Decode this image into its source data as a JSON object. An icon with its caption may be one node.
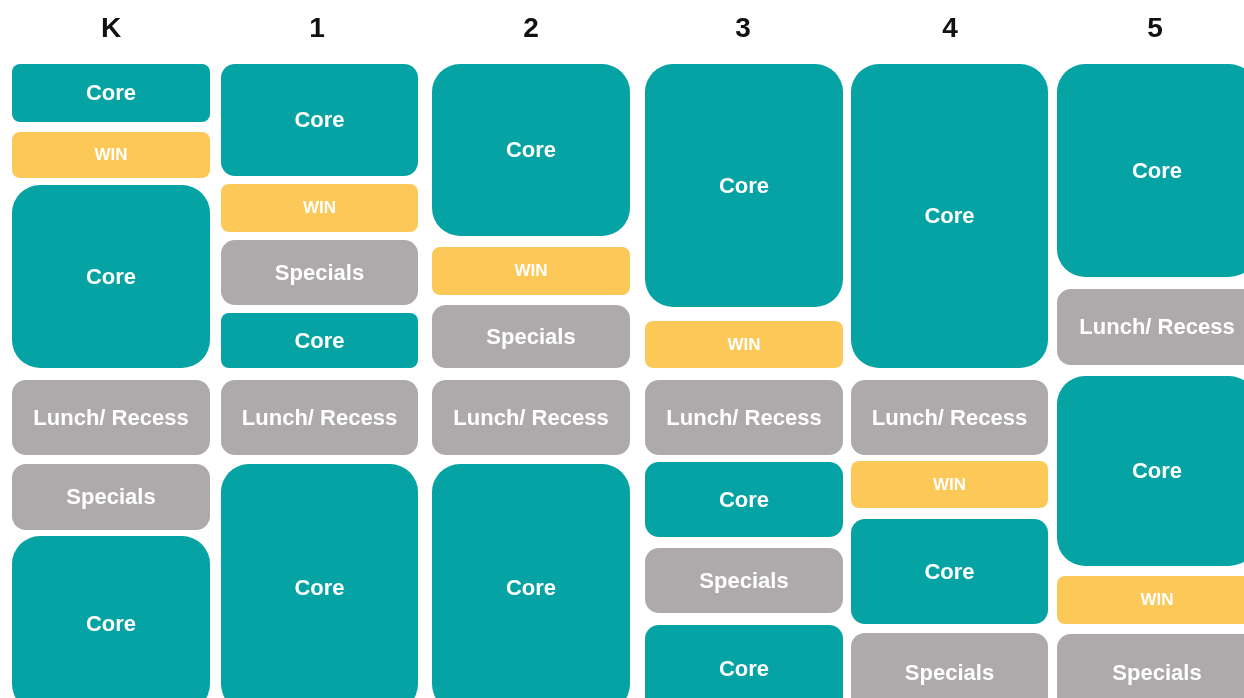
{
  "diagram": {
    "nodes": [
      {
        "text": [
          "Core"
        ]
      },
      {
        "text": [
          "WIN"
        ]
      },
      {
        "text": [
          "Core"
        ]
      },
      {
        "text": [
          "Lunch/ Recess"
        ]
      },
      {
        "text": [
          "Specials"
        ]
      },
      {
        "text": [
          "Core"
        ]
      },
      {
        "text": [
          "Core"
        ]
      },
      {
        "text": [
          "WIN"
        ]
      },
      {
        "text": [
          "Specials"
        ]
      },
      {
        "text": [
          "Core"
        ]
      },
      {
        "text": [
          "Lunch/ Recess"
        ]
      },
      {
        "text": [
          "Core"
        ]
      },
      {
        "text": [
          "Core"
        ]
      },
      {
        "text": [
          "WIN"
        ]
      },
      {
        "text": [
          "Specials"
        ]
      },
      {
        "text": [
          "Lunch/ Recess"
        ]
      },
      {
        "text": [
          "Core"
        ]
      },
      {
        "text": [
          "Core"
        ]
      },
      {
        "text": [
          "WIN"
        ]
      },
      {
        "text": [
          "Lunch/ Recess"
        ]
      },
      {
        "text": [
          "Core"
        ]
      },
      {
        "text": [
          "Specials"
        ]
      },
      {
        "text": [
          "Core"
        ]
      },
      {
        "text": [
          "Core"
        ]
      },
      {
        "text": [
          "Lunch/ Recess"
        ]
      },
      {
        "text": [
          "WIN"
        ]
      },
      {
        "text": [
          "Core"
        ]
      },
      {
        "text": [
          "Specials"
        ]
      },
      {
        "text": [
          "Core"
        ]
      },
      {
        "text": [
          "Lunch/ Recess"
        ]
      },
      {
        "text": [
          "Core"
        ]
      },
      {
        "text": [
          "WIN"
        ]
      },
      {
        "text": [
          "Specials"
        ]
      }
    ],
    "edges": [],
    "labels": [
      "K",
      "1",
      "2",
      "3",
      "4",
      "5"
    ]
  }
}
